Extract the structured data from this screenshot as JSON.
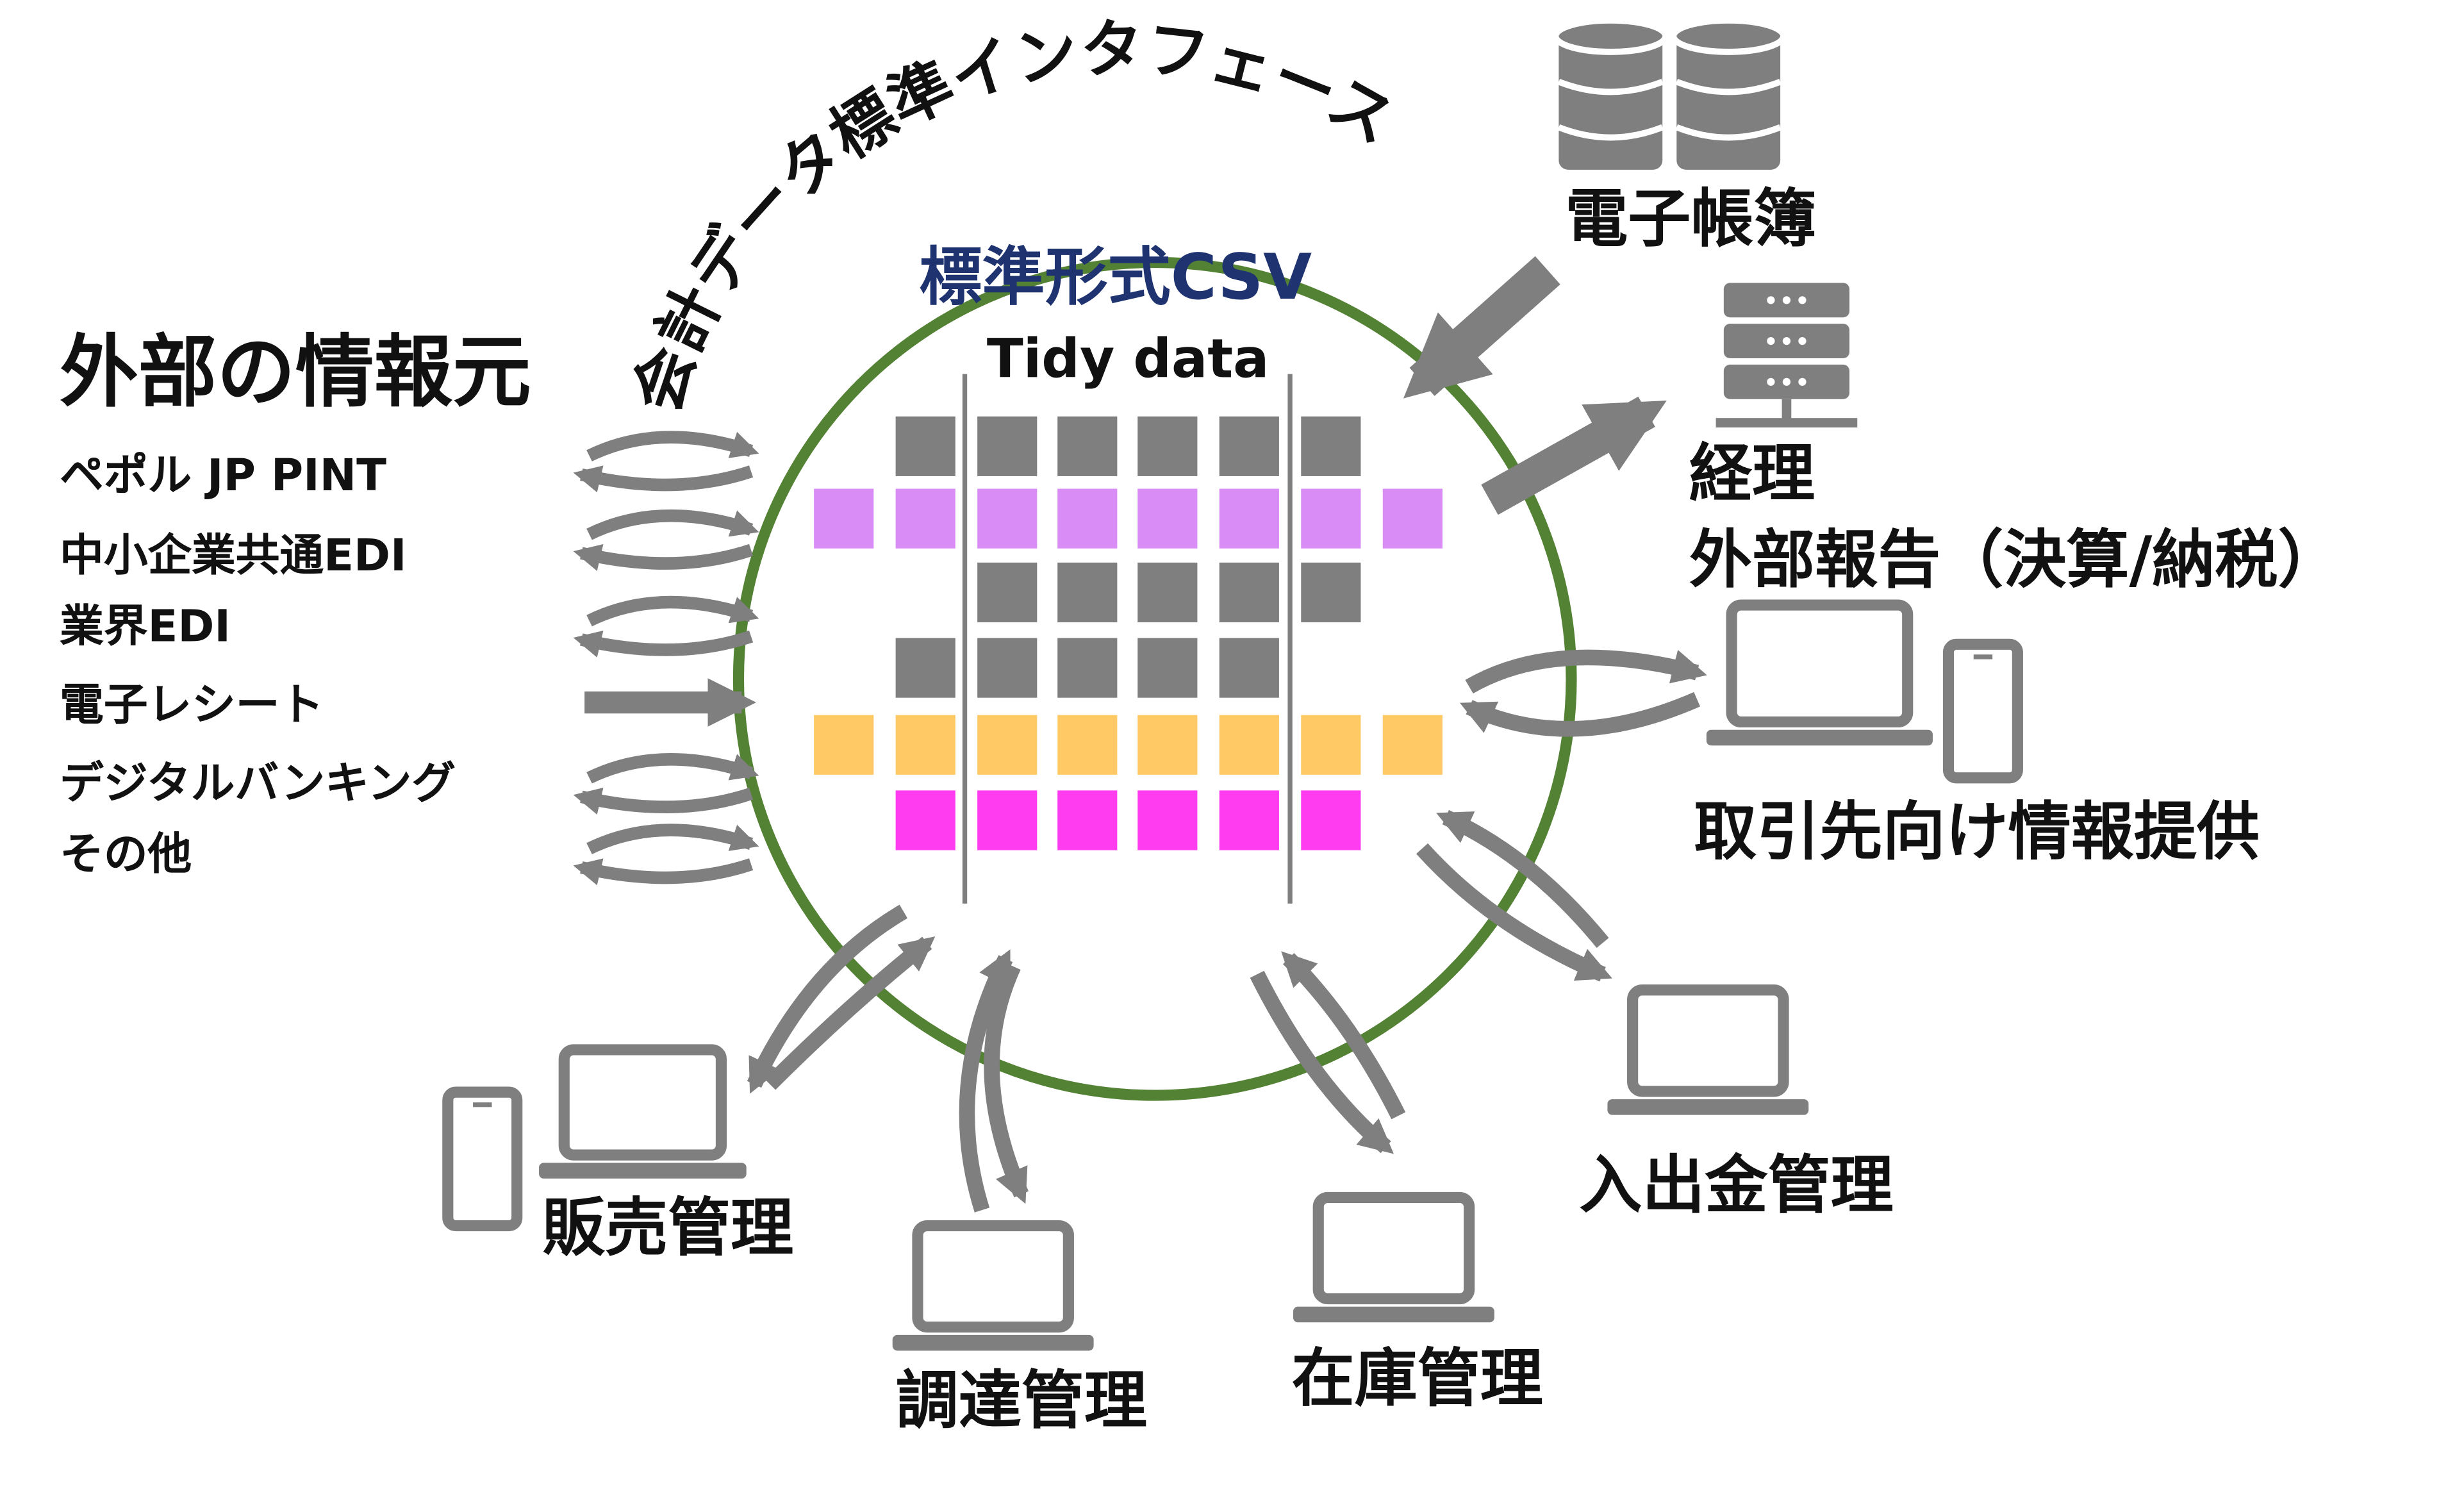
{
  "arc_title": "会計データ標準インタフェース",
  "center": {
    "title": "標準形式CSV",
    "subtitle": "Tidy data"
  },
  "external": {
    "heading": "外部の情報元",
    "sources": [
      "ペポル JP PINT",
      "中小企業共通EDI",
      "業界EDI",
      "電子レシート",
      "デジタルバンキング",
      "その他"
    ]
  },
  "nodes": {
    "ledger": "電子帳簿",
    "accounting": "経理",
    "external_report": "外部報告（決算/納税）",
    "partner_info": "取引先向け情報提供",
    "cash_management": "入出金管理",
    "inventory": "在庫管理",
    "procurement": "調達管理",
    "sales": "販売管理"
  },
  "colors": {
    "circle": "#548235",
    "arrow": "#7f7f7f",
    "cell_gray": "#7f7f7f",
    "cell_violet": "#d98cf5",
    "cell_orange": "#ffc966",
    "cell_magenta": "#ff3cf0",
    "title_navy": "#1f3370"
  },
  "icons": [
    "database-icon",
    "server-icon",
    "laptop-icon",
    "smartphone-icon"
  ]
}
